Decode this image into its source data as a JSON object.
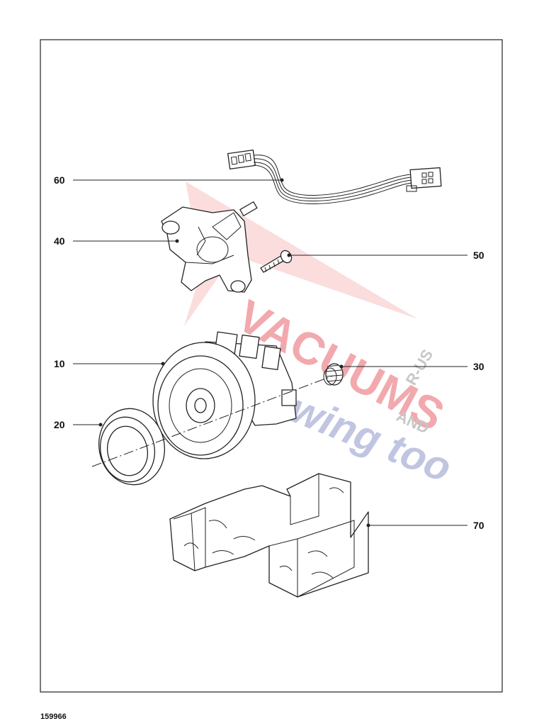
{
  "document_id": "159966",
  "watermark": {
    "line1": "VACUUMS",
    "line2": "Sewing too",
    "badge_top": "R-US",
    "badge_bottom": "AND",
    "color_red": "#e8646c",
    "color_blue": "#8e97c9"
  },
  "callouts": [
    {
      "id": "60",
      "label": "60",
      "part": "wiring-harness"
    },
    {
      "id": "40",
      "label": "40",
      "part": "motor-bracket"
    },
    {
      "id": "50",
      "label": "50",
      "part": "screw"
    },
    {
      "id": "10",
      "label": "10",
      "part": "motor"
    },
    {
      "id": "30",
      "label": "30",
      "part": "pinion-gear"
    },
    {
      "id": "20",
      "label": "20",
      "part": "seal-ring"
    },
    {
      "id": "70",
      "label": "70",
      "part": "foam-insert"
    }
  ]
}
